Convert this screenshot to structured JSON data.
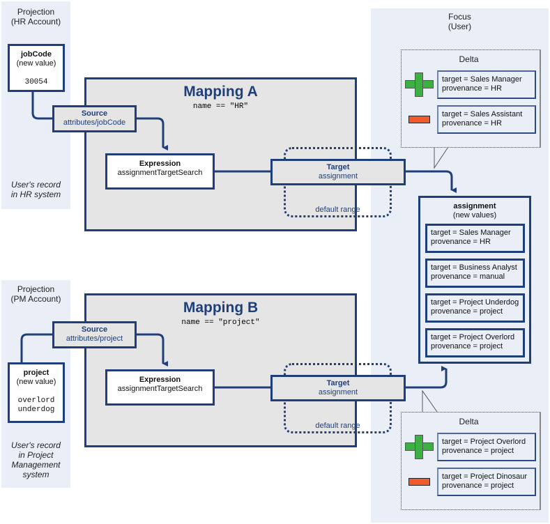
{
  "hr_panel": {
    "title1": "Projection",
    "title2": "(HR Account)",
    "attr_name": "jobCode",
    "attr_sub": "(new value)",
    "value": "30054",
    "caption1": "User's record",
    "caption2": "in HR system"
  },
  "pm_panel": {
    "title1": "Projection",
    "title2": "(PM Account)",
    "attr_name": "project",
    "attr_sub": "(new value)",
    "value1": "overlord",
    "value2": "underdog",
    "caption1": "User's record",
    "caption2": "in Project",
    "caption3": "Management",
    "caption4": "system"
  },
  "mapping_a": {
    "title": "Mapping A",
    "condition": "name == \"HR\"",
    "source_label": "Source",
    "source_path": "attributes/jobCode",
    "expr_label": "Expression",
    "expr_name": "assignmentTargetSearch",
    "target_label": "Target",
    "target_name": "assignment",
    "range": "default range"
  },
  "mapping_b": {
    "title": "Mapping B",
    "condition": "name == \"project\"",
    "source_label": "Source",
    "source_path": "attributes/project",
    "expr_label": "Expression",
    "expr_name": "assignmentTargetSearch",
    "target_label": "Target",
    "target_name": "assignment",
    "range": "default range"
  },
  "focus": {
    "title1": "Focus",
    "title2": "(User)",
    "delta_a": {
      "title": "Delta",
      "add": {
        "line1": "target = Sales Manager",
        "line2": "provenance = HR"
      },
      "remove": {
        "line1": "target = Sales Assistant",
        "line2": "provenance = HR"
      }
    },
    "assignment": {
      "title": "assignment",
      "sub": "(new values)",
      "items": [
        {
          "line1": "target = Sales Manager",
          "line2": "provenance = HR"
        },
        {
          "line1": "target = Business Analyst",
          "line2": "provenance = manual"
        },
        {
          "line1": "target = Project Underdog",
          "line2": "provenance = project"
        },
        {
          "line1": "target = Project Overlord",
          "line2": "provenance = project"
        }
      ]
    },
    "delta_b": {
      "title": "Delta",
      "add": {
        "line1": "target = Project Overlord",
        "line2": "provenance = project"
      },
      "remove": {
        "line1": "target = Project Dinosaur",
        "line2": "provenance = project"
      }
    }
  },
  "colors": {
    "accent": "#1f3f7a",
    "panel": "#e9eef7",
    "mapping": "#e5e5e5",
    "add": "#3cb043",
    "remove": "#f15a2b"
  }
}
